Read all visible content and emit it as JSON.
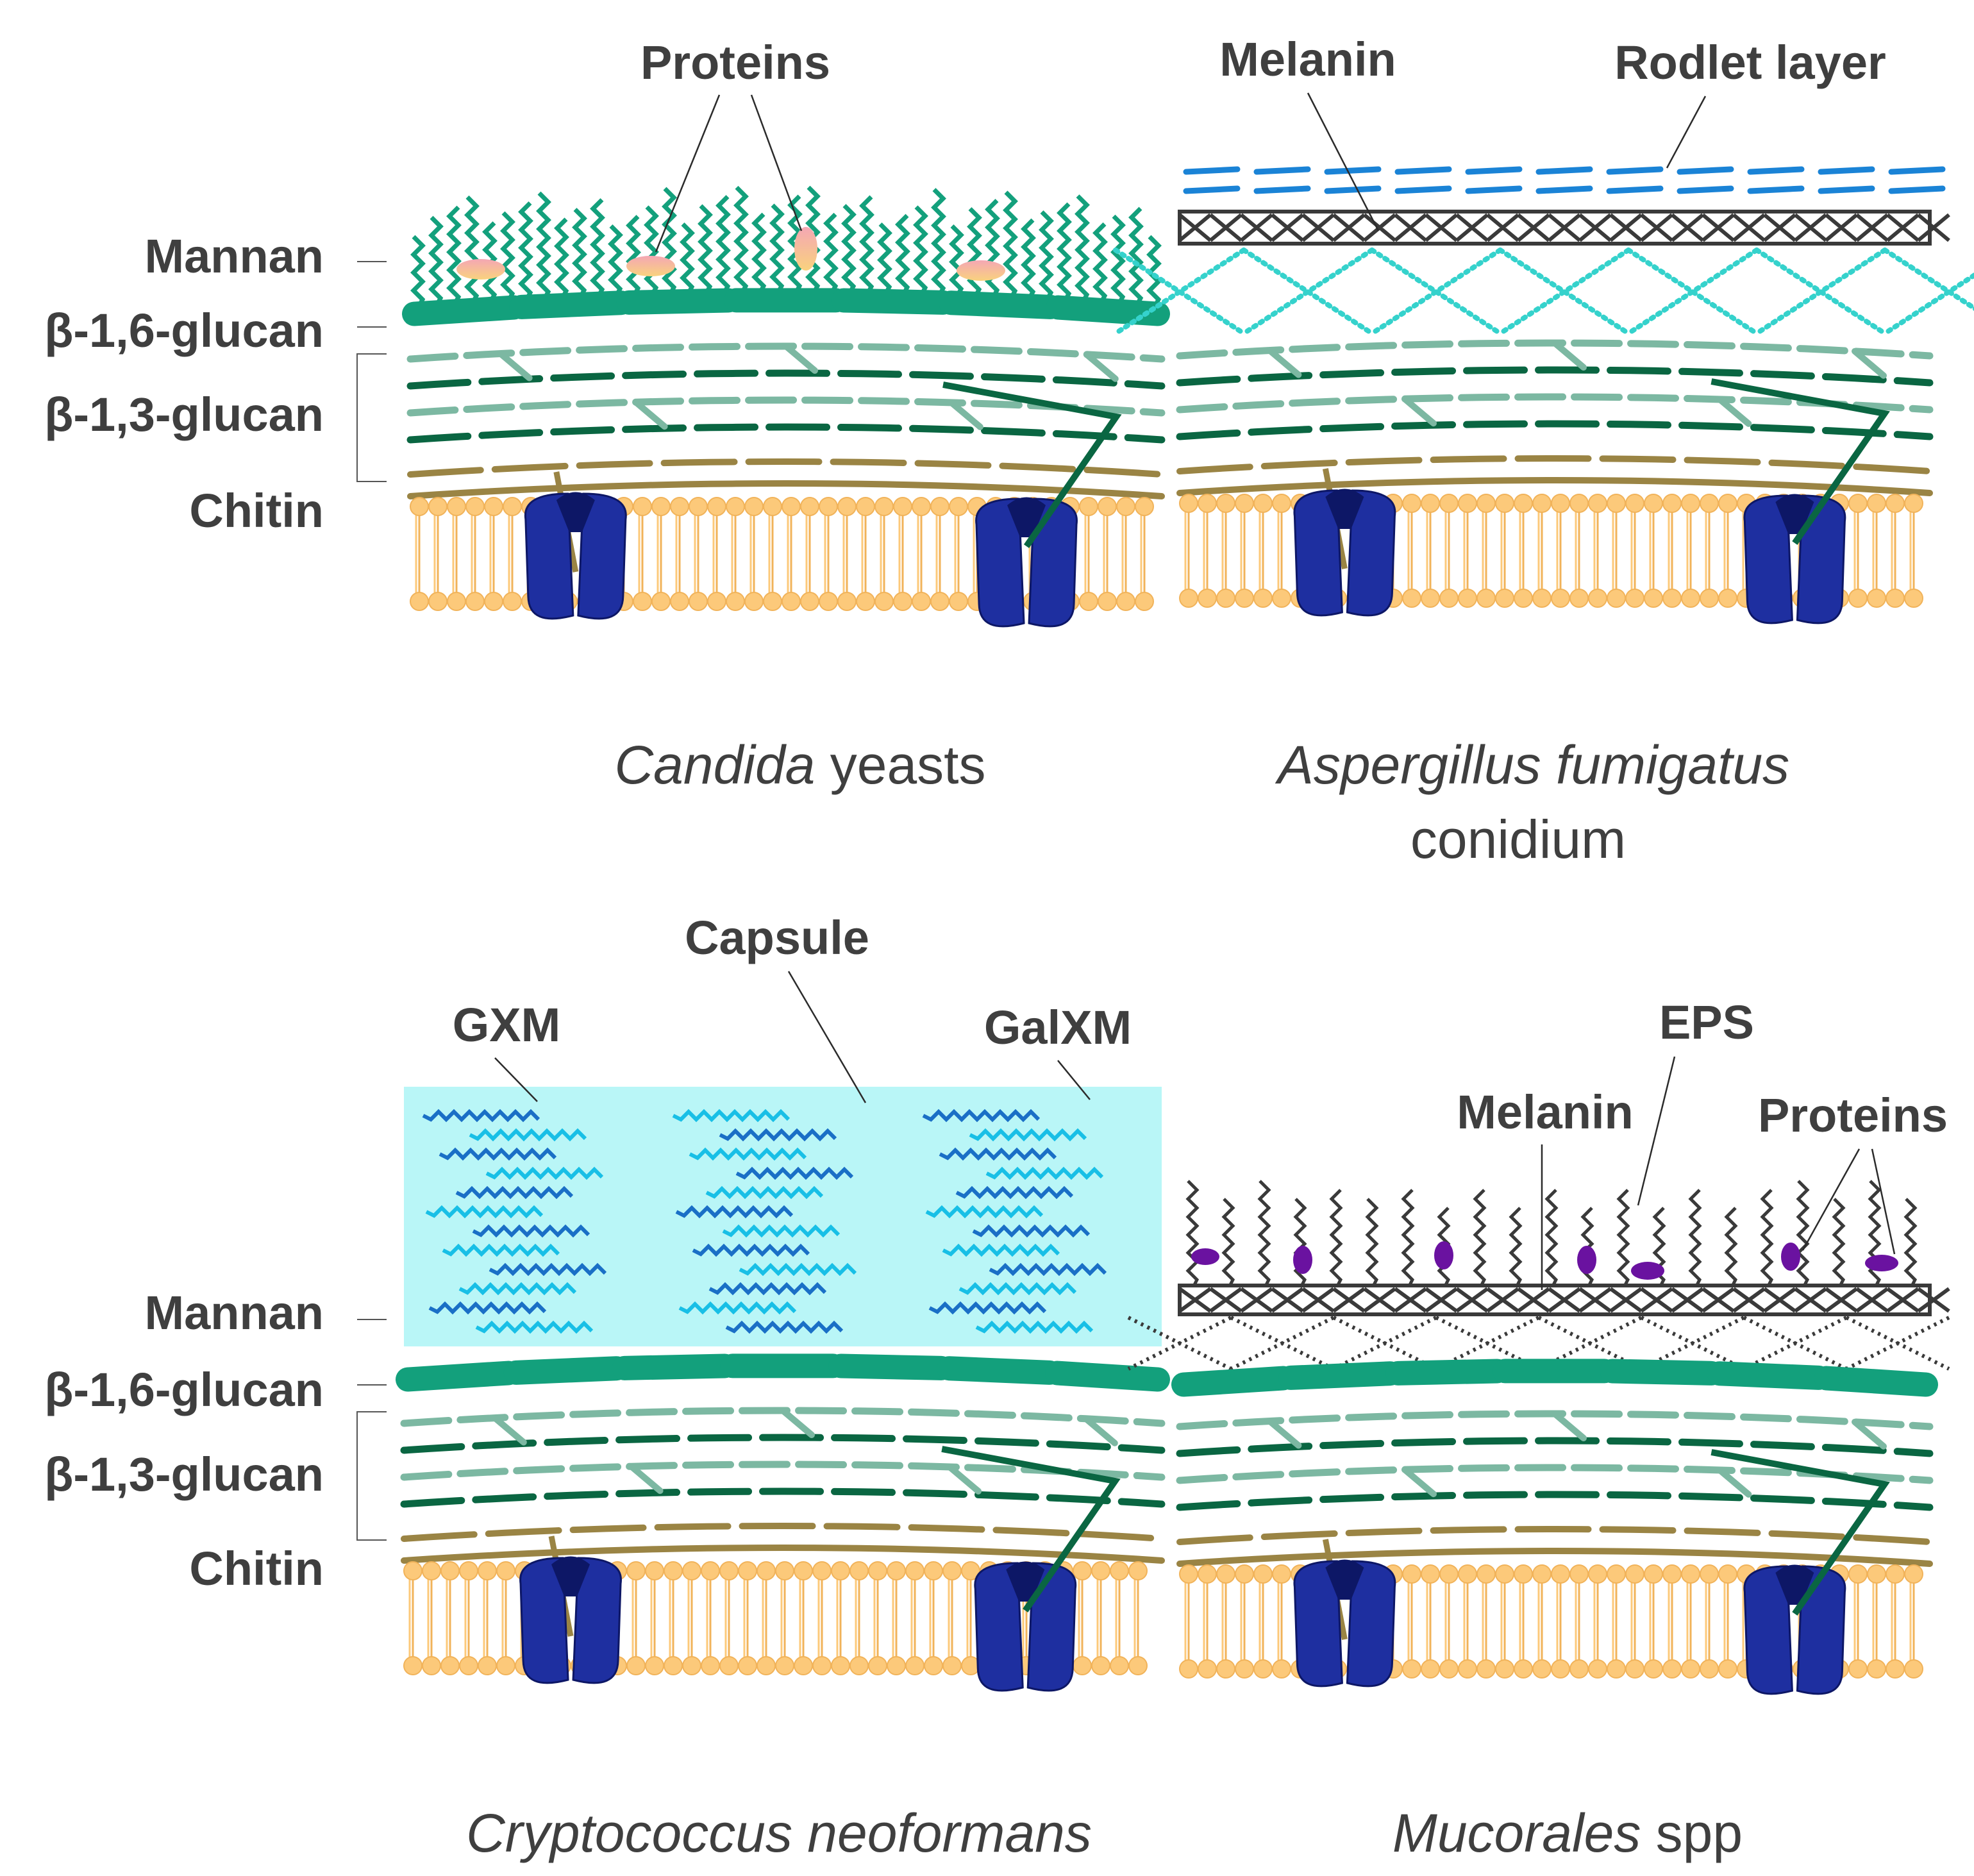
{
  "layer_labels": {
    "mannan": "Mannan",
    "b16_glucan": "β-1,6-glucan",
    "b13_glucan": "β-1,3-glucan",
    "chitin": "Chitin"
  },
  "panels": {
    "candida": {
      "proteins_label": "Proteins",
      "caption_italic": "Candida",
      "caption_rest": " yeasts"
    },
    "aspergillus": {
      "melanin_label": "Melanin",
      "rodlet_label": "Rodlet layer",
      "caption_line1": "Aspergillus fumigatus",
      "caption_line2": "conidium"
    },
    "cryptococcus": {
      "capsule_label": "Capsule",
      "gxm_label": "GXM",
      "galxm_label": "GalXM",
      "caption_italic": "Cryptococcus neoformans"
    },
    "mucorales": {
      "eps_label": "EPS",
      "melanin_label": "Melanin",
      "proteins_label": "Proteins",
      "caption_italic": "Mucorales",
      "caption_rest": " spp"
    }
  },
  "colors": {
    "mannan": "#13a07c",
    "glucan_light": "#7cb8a2",
    "glucan_dark": "#0a6642",
    "chitin": "#9a8444",
    "membrane": "#fcc97a",
    "membrane_edge": "#f1b35a",
    "channel": "#1e2fa0",
    "channel_dark": "#0d1766",
    "protein_pink": "#f3a5ad",
    "protein_purple": "#6a12a0",
    "melanin": "#3a3a3a",
    "rodlet": "#1a83d6",
    "hydrophobin_dots": "#35d2cc",
    "capsule_bg": "#b9f6f7",
    "gxm": "#1a6fc6",
    "galxm": "#18bfe6",
    "text": "#3f3f3f"
  }
}
